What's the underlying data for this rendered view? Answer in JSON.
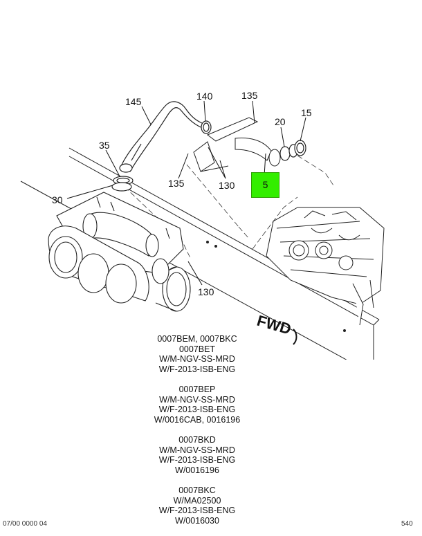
{
  "callouts": {
    "c145": "145",
    "c140": "140",
    "c135_top": "135",
    "c20": "20",
    "c15": "15",
    "c35": "35",
    "c135_left": "135",
    "c130_mid": "130",
    "c5": "5",
    "c30": "30",
    "c130_bottom": "130"
  },
  "highlight_color": "#33ee00",
  "fwd_label": "FWD",
  "notes": [
    [
      "0007BEM, 0007BKC",
      "0007BET",
      "W/M-NGV-SS-MRD",
      "W/F-2013-ISB-ENG"
    ],
    [
      "0007BEP",
      "W/M-NGV-SS-MRD",
      "W/F-2013-ISB-ENG",
      "W/0016CAB, 0016196"
    ],
    [
      "0007BKD",
      "W/M-NGV-SS-MRD",
      "W/F-2013-ISB-ENG",
      "W/0016196"
    ],
    [
      "0007BKC",
      "W/MA02500",
      "W/F-2013-ISB-ENG",
      "W/0016030"
    ]
  ],
  "footer": {
    "left": "07/00 0000 04",
    "right": "540"
  }
}
